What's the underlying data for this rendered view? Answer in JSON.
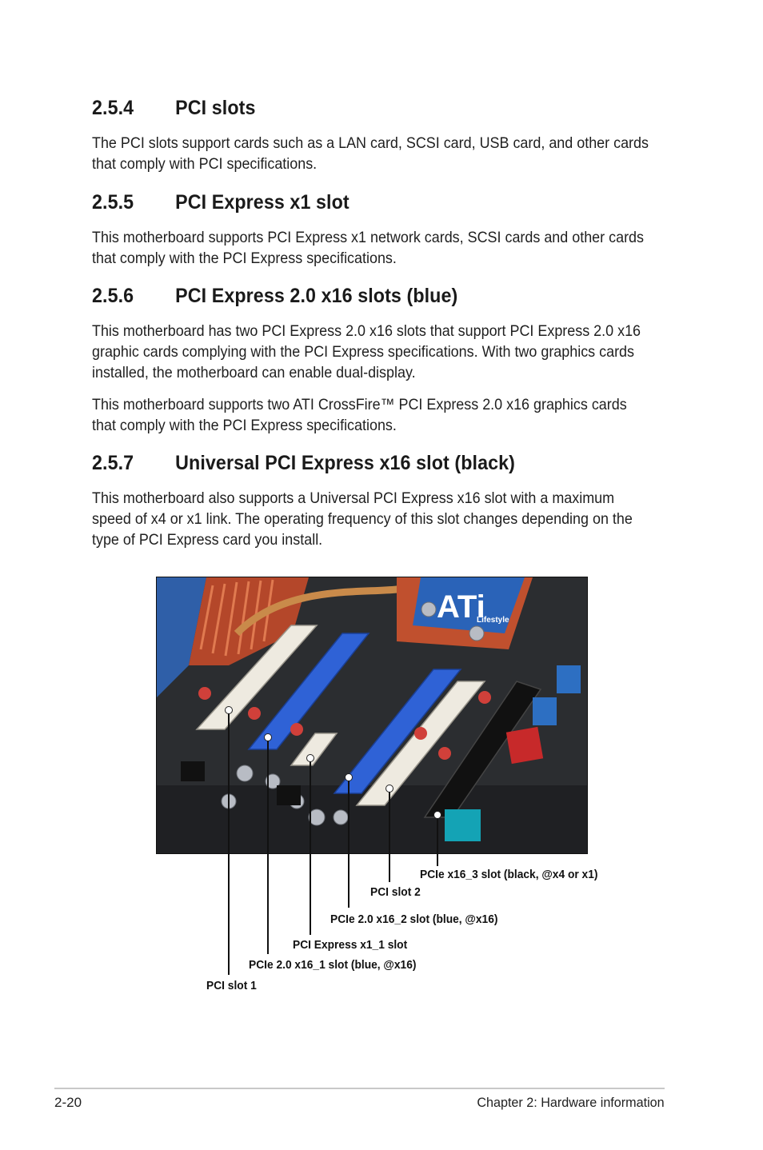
{
  "sections": [
    {
      "number": "2.5.4",
      "title": "PCI slots",
      "paragraphs": [
        "The PCI slots support cards such as a LAN card, SCSI card, USB card, and other cards that comply with PCI specifications."
      ]
    },
    {
      "number": "2.5.5",
      "title": "PCI Express x1 slot",
      "paragraphs": [
        "This motherboard supports PCI Express x1 network cards, SCSI cards and other cards that comply with the PCI Express specifications."
      ]
    },
    {
      "number": "2.5.6",
      "title": "PCI Express 2.0 x16 slots (blue)",
      "paragraphs": [
        "This motherboard has two PCI Express 2.0 x16 slots that support PCI Express 2.0 x16 graphic cards complying with the PCI Express specifications. With two graphics cards installed, the motherboard can enable dual-display.",
        "This motherboard supports two ATI CrossFire™ PCI Express 2.0 x16 graphics cards that comply with the PCI Express specifications."
      ]
    },
    {
      "number": "2.5.7",
      "title": "Universal PCI Express x16 slot (black)",
      "paragraphs": [
        "This motherboard also supports a Universal PCI Express x16 slot with a maximum speed of x4 or x1 link. The operating frequency of this slot changes depending on the type of PCI Express card you install."
      ]
    }
  ],
  "figure": {
    "board_logo_text": "ATi",
    "board_logo_subtext": "Lifestyle",
    "callouts": [
      "PCIe x16_3 slot (black, @x4 or x1)",
      "PCI slot 2",
      "PCIe 2.0 x16_2 slot (blue, @x16)",
      "PCI Express x1_1 slot",
      "PCIe 2.0 x16_1 slot (blue, @x16)",
      "PCI slot 1"
    ]
  },
  "footer": {
    "page_number": "2-20",
    "chapter": "Chapter 2: Hardware information"
  },
  "colors": {
    "pcb": "#2b2d30",
    "pci_slot": "#eeeae0",
    "pcie_blue": "#2f62d6",
    "pcie_black": "#111111",
    "heatsink": "#c0502e",
    "ati_blue": "#2a63b8"
  }
}
